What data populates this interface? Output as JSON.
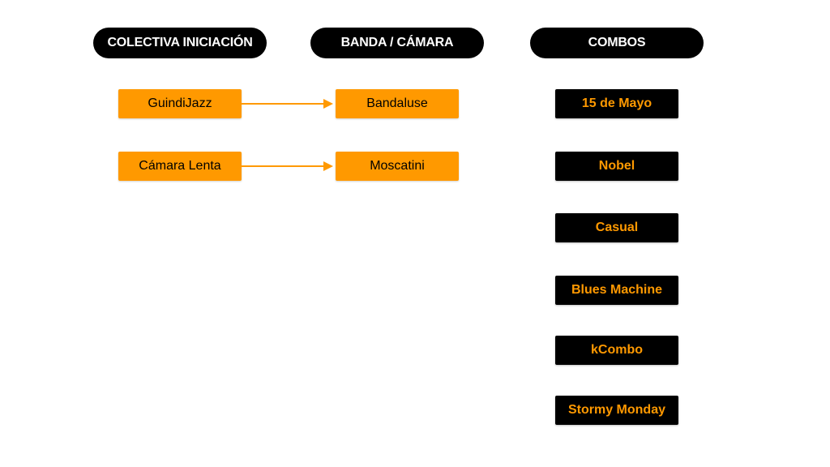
{
  "colors": {
    "accent_orange": "#FF9900",
    "black": "#000000",
    "white": "#FFFFFF"
  },
  "headers": {
    "colectiva": "COLECTIVA INICIACIÓN",
    "banda": "BANDA / CÁMARA",
    "combos": "COMBOS"
  },
  "colectiva": {
    "items": [
      "GuindiJazz",
      "Cámara Lenta"
    ]
  },
  "banda": {
    "items": [
      "Bandaluse",
      "Moscatini"
    ]
  },
  "combos": {
    "items": [
      "15 de Mayo",
      "Nobel",
      "Casual",
      "Blues Machine",
      "kCombo",
      "Stormy Monday"
    ]
  },
  "connections": [
    {
      "from": "GuindiJazz",
      "to": "Bandaluse"
    },
    {
      "from": "Cámara Lenta",
      "to": "Moscatini"
    }
  ]
}
